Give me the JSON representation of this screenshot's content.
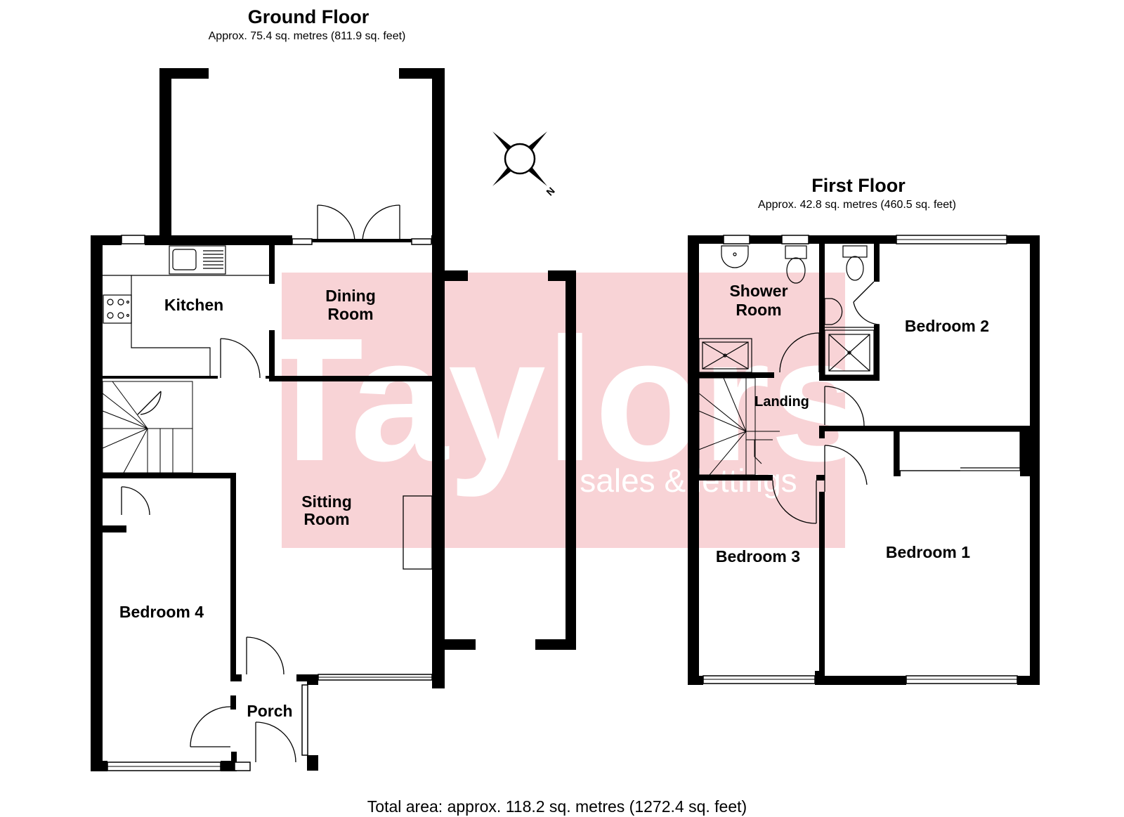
{
  "ground_floor": {
    "title": "Ground Floor",
    "area": "Approx. 75.4 sq. metres (811.9 sq. feet)",
    "rooms": {
      "kitchen": "Kitchen",
      "dining_line1": "Dining",
      "dining_line2": "Room",
      "sitting_line1": "Sitting",
      "sitting_line2": "Room",
      "bedroom4": "Bedroom 4",
      "porch": "Porch"
    }
  },
  "first_floor": {
    "title": "First Floor",
    "area": "Approx. 42.8 sq. metres (460.5 sq. feet)",
    "rooms": {
      "shower_line1": "Shower",
      "shower_line2": "Room",
      "bedroom2": "Bedroom 2",
      "landing": "Landing",
      "bedroom3": "Bedroom 3",
      "bedroom1": "Bedroom 1"
    }
  },
  "compass": {
    "label": "N"
  },
  "watermark": {
    "brand": "Taylors",
    "tagline": "sales & lettings"
  },
  "total_area": "Total area: approx. 118.2 sq. metres (1272.4 sq. feet)",
  "colors": {
    "wall": "#000000",
    "watermark_box": "#f8d3d6",
    "watermark_text": "#ffffff"
  }
}
